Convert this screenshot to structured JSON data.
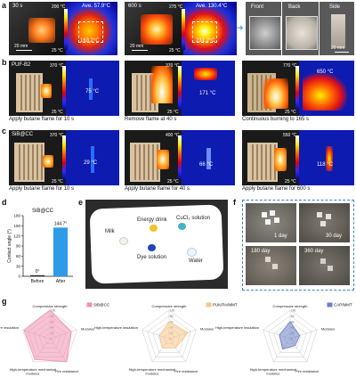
{
  "panel_a": {
    "label": "a",
    "img1": {
      "time": "30 s",
      "ave": "Ave. 57.9°C",
      "spot": "163.2°C",
      "scale": "20 mm",
      "bar_max": "200 °C",
      "bar_min": "25 °C"
    },
    "img2": {
      "time": "600 s",
      "ave": "Ave. 130.4°C",
      "spot": "231.2°C",
      "scale": "20 mm",
      "bar_max": "275 °C",
      "bar_min": "25 °C"
    },
    "views": {
      "front": "Front",
      "back": "Back",
      "side": "Side",
      "scale": "20 mm"
    }
  },
  "panel_b": {
    "label": "b",
    "sample": "PUF-B2",
    "temps": [
      "75 °C",
      "171 °C",
      "650 °C"
    ],
    "bar_max": [
      "370 °C",
      "370 °C",
      "770 °C"
    ],
    "bar_min": [
      "25 °C",
      "25 °C",
      "25 °C"
    ],
    "captions": [
      "Apply butane flame for 10 s",
      "Remove flame at 40 s",
      "Continuous burning to 165 s"
    ]
  },
  "panel_c": {
    "label": "c",
    "sample": "SiB@CC",
    "temps": [
      "29 °C",
      "66 °C",
      "118 °C"
    ],
    "bar_max": [
      "370 °C",
      "400 °C",
      "550 °C"
    ],
    "bar_min": [
      "25 °C",
      "25 °C",
      "25 °C"
    ],
    "captions": [
      "Apply butane flame for 10 s",
      "Apply butane flame for 40 s",
      "Apply butane flame for 600 s"
    ]
  },
  "panel_d": {
    "label": "d",
    "chart_data": {
      "type": "bar",
      "title": "SiB@CC",
      "categories": [
        "Before",
        "After"
      ],
      "values": [
        0,
        144.7
      ],
      "value_labels": [
        "0°",
        "144.7°"
      ],
      "ylabel": "Contact angle (°)",
      "yticks": [
        0,
        30,
        60,
        90,
        120,
        150,
        180
      ],
      "ylim": [
        0,
        180
      ]
    }
  },
  "panel_e": {
    "label": "e",
    "drops": [
      "Milk",
      "Energy drink",
      "CuCl₂ solution",
      "Dye solution",
      "Water"
    ]
  },
  "panel_f": {
    "label": "f",
    "days": [
      "1 day",
      "30 day",
      "180 day",
      "360 day"
    ]
  },
  "panel_g": {
    "label": "g",
    "axes": [
      "Compressive strength",
      "Modulus",
      "Fire resistance",
      "High-temperature mechanical modulus",
      "High-temperature insulation"
    ],
    "ticks": [
      "0",
      "20",
      "40",
      "60",
      "80",
      "100"
    ],
    "chart_data": [
      {
        "type": "radar",
        "name": "SiB@CC",
        "color": "#f08fb0",
        "values": [
          100,
          80,
          100,
          90,
          95
        ]
      },
      {
        "type": "radar",
        "name": "PUK/PA/MMT",
        "color": "#f7c78a",
        "values": [
          60,
          70,
          40,
          40,
          35
        ]
      },
      {
        "type": "radar",
        "name": "CAP/MMT",
        "color": "#6b7fc4",
        "values": [
          60,
          35,
          30,
          45,
          40
        ]
      }
    ]
  }
}
